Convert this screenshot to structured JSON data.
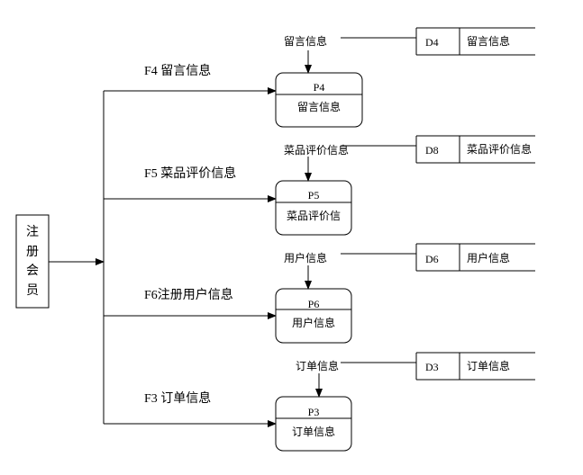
{
  "external_entity": {
    "label": "注册会员",
    "chars": [
      "注",
      "册",
      "会",
      "员"
    ]
  },
  "flows": {
    "f4": "F4 留言信息",
    "f5": "F5 菜品评价信息",
    "f6": "F6注册用户信息",
    "f3": "F3 订单信息"
  },
  "processes": [
    {
      "id": "P4",
      "name": "留言信息"
    },
    {
      "id": "P5",
      "name": "菜品评价信"
    },
    {
      "id": "P6",
      "name": "用户信息"
    },
    {
      "id": "P3",
      "name": "订单信息"
    }
  ],
  "stores": [
    {
      "id": "D4",
      "name": "留言信息",
      "flow_label": "留言信息"
    },
    {
      "id": "D8",
      "name": "菜品评价信息",
      "flow_label": "菜品评价信息"
    },
    {
      "id": "D6",
      "name": "用户信息",
      "flow_label": "用户信息"
    },
    {
      "id": "D3",
      "name": "订单信息",
      "flow_label": "订单信息"
    }
  ]
}
